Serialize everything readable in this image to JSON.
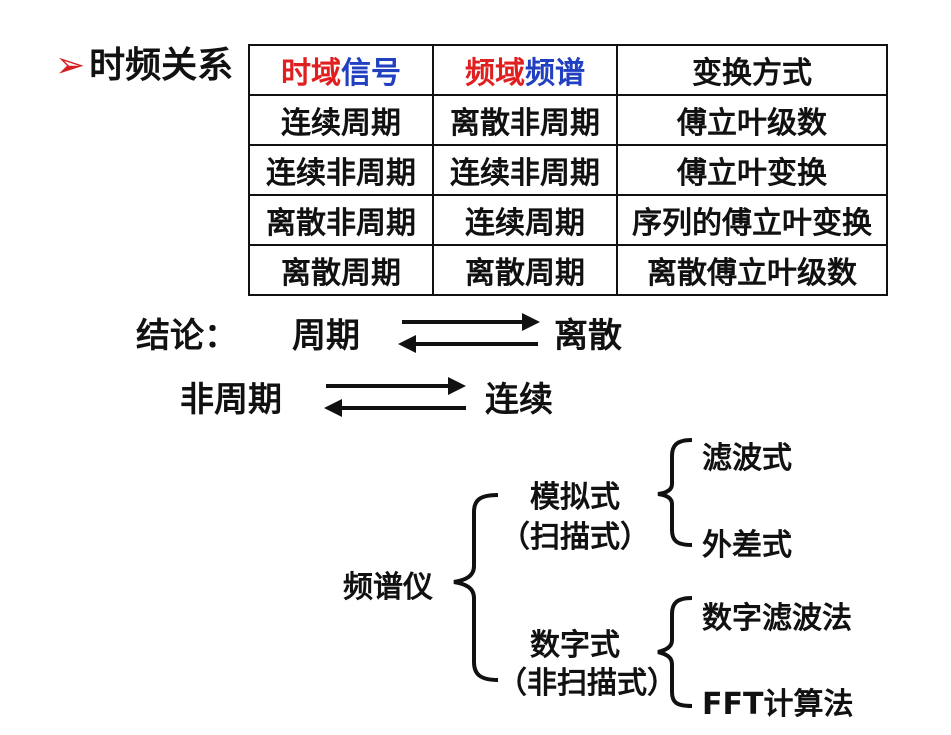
{
  "heading": {
    "arrow": "➢",
    "text": "时频关系"
  },
  "table": {
    "header": {
      "time": {
        "part1": "时域",
        "part2": "信号"
      },
      "freq": {
        "part1": "频域",
        "part2": "频谱"
      },
      "transform": "变换方式"
    },
    "rows": [
      [
        "连续周期",
        "离散非周期",
        "傅立叶级数"
      ],
      [
        "连续非周期",
        "连续非周期",
        "傅立叶变换"
      ],
      [
        "离散非周期",
        "连续周期",
        "序列的傅立叶变换"
      ],
      [
        "离散周期",
        "离散周期",
        "离散傅立叶级数"
      ]
    ]
  },
  "conclusion": {
    "label": "结论：",
    "pair1": {
      "left": "周期",
      "right": "离散"
    },
    "pair2": {
      "left": "非周期",
      "right": "连续"
    }
  },
  "tree": {
    "root": "频谱仪",
    "analog": {
      "line1": "模拟式",
      "line2": "（扫描式）",
      "children": [
        "滤波式",
        "外差式"
      ]
    },
    "digital": {
      "line1": "数字式",
      "line2": "（非扫描式）",
      "children": [
        "数字滤波法",
        "FFT计算法"
      ]
    }
  },
  "colors": {
    "red": "#e02020",
    "blue": "#2040c0",
    "arrow": "#d42020"
  }
}
